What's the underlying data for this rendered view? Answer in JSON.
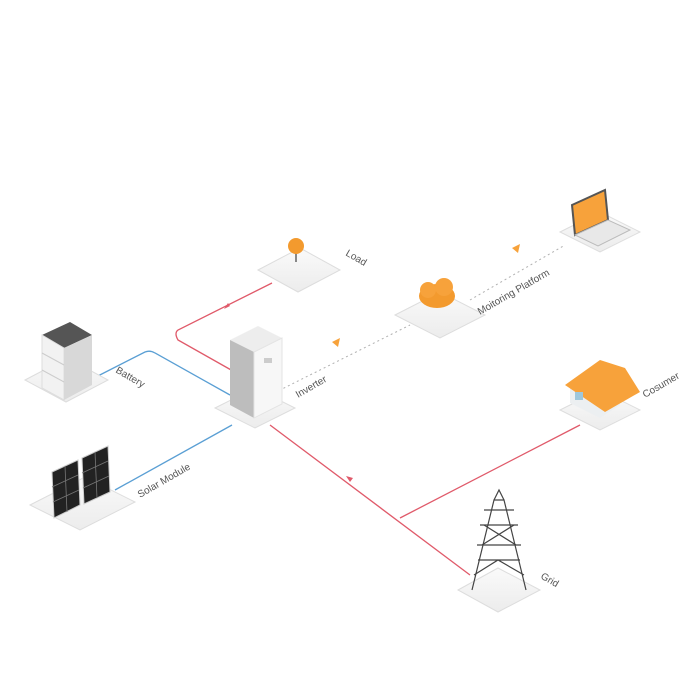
{
  "labels": {
    "load": "Load",
    "monitoring": "Moitoring Platform",
    "battery": "Battery",
    "inverter": "Inverter",
    "solar": "Solar Module",
    "consumer": "Cosumer",
    "grid": "Grid"
  },
  "colors": {
    "power_line": "#e05a6a",
    "dc_line": "#5a9fd4",
    "data_line": "#b0b0b0",
    "accent": "#f7a23b"
  }
}
